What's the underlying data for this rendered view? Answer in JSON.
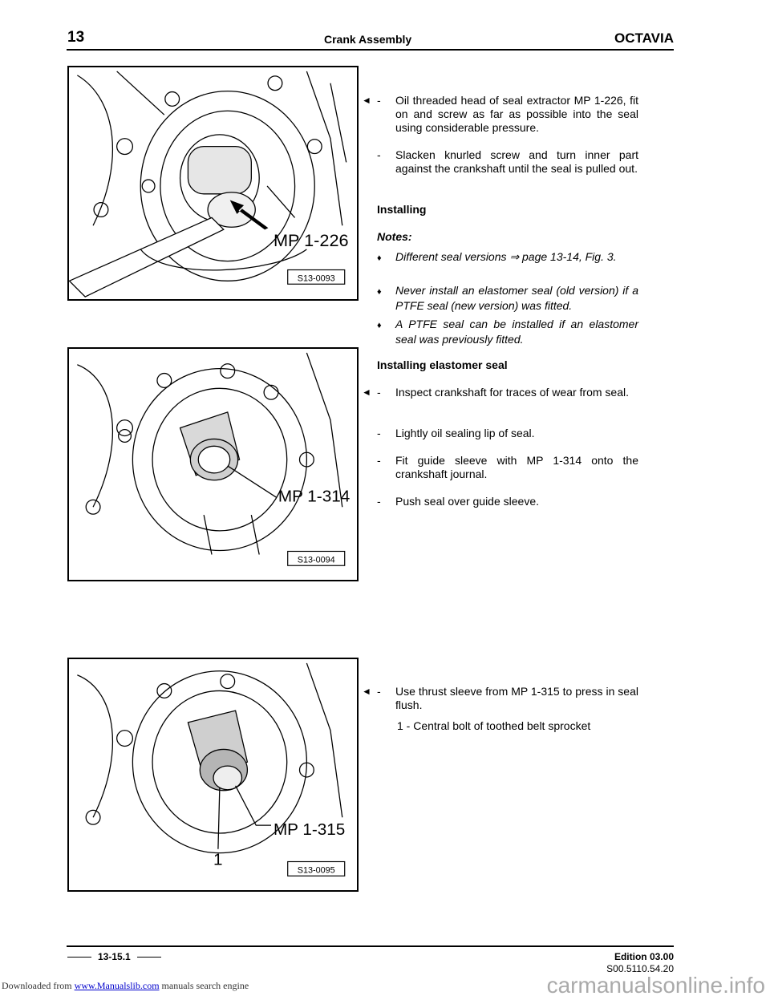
{
  "header": {
    "chapter": "13",
    "title": "Crank Assembly",
    "brand": "OCTAVIA"
  },
  "figures": [
    {
      "code": "S13-0093",
      "callouts": [
        "MP 1-226"
      ]
    },
    {
      "code": "S13-0094",
      "callouts": [
        "MP 1-314"
      ]
    },
    {
      "code": "S13-0095",
      "callouts": [
        "MP 1-315",
        "1"
      ]
    }
  ],
  "section1": {
    "steps": [
      "Oil threaded head of seal extractor MP 1-226, fit on and screw as far as possible into the seal using considerable pressure.",
      "Slacken knurled screw and turn inner part against the crankshaft until the seal is pulled out."
    ],
    "heading": "Installing",
    "notes_label": "Notes:",
    "notes": [
      "Different seal versions ⇒ page 13-14, Fig. 3.",
      "Never install an elastomer seal (old version) if a PTFE seal (new version) was fitted.",
      "A PTFE seal can be installed if an elastomer seal was previously fitted."
    ]
  },
  "section2": {
    "heading": "Installing elastomer seal",
    "steps": [
      "Inspect crankshaft for traces of wear from seal.",
      "Lightly oil sealing lip of seal.",
      "Fit guide sleeve with MP 1-314 onto the crankshaft journal.",
      "Push seal over guide sleeve."
    ]
  },
  "section3": {
    "steps": [
      "Use thrust sleeve from MP 1-315 to press in seal flush."
    ],
    "legend": "1 - Central bolt of toothed belt sprocket"
  },
  "footer": {
    "page": "13-15.1",
    "edition": "Edition 03.00",
    "doc_no": "S00.5110.54.20"
  },
  "download": {
    "prefix": "Downloaded from",
    "link": "www.Manualslib.com",
    "suffix": "manuals search engine"
  },
  "watermark": "carmanualsonline.info"
}
